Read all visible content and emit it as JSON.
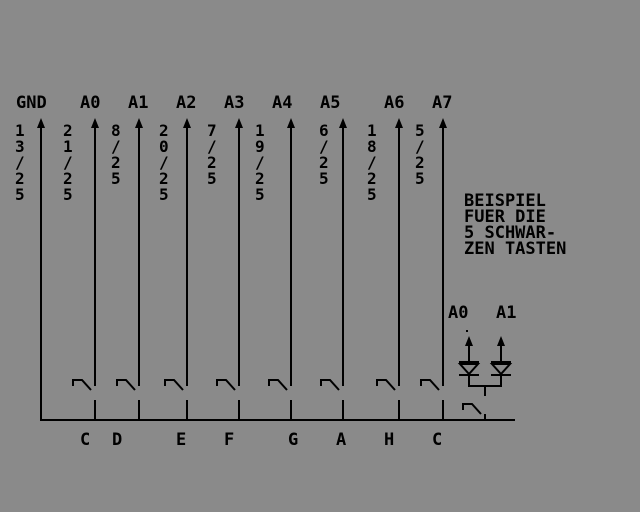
{
  "diagram": {
    "colors": {
      "background": "#8a8a8a",
      "ink": "#000000"
    },
    "header_labels": [
      "GND",
      "A0",
      "A1",
      "A2",
      "A3",
      "A4",
      "A5",
      "A6",
      "A7"
    ],
    "pin_labels": [
      "13/25",
      "21/25",
      "8/25",
      "20/25",
      "7/25",
      "19/25",
      "6/25",
      "18/25",
      "5/25"
    ],
    "key_labels": [
      "C",
      "D",
      "E",
      "F",
      "G",
      "A",
      "H",
      "C"
    ],
    "note_lines": [
      "BEISPIEL",
      "FUER DIE",
      "5 SCHWAR-",
      "ZEN TASTEN"
    ],
    "diode_labels": [
      "A0",
      "A1"
    ]
  }
}
